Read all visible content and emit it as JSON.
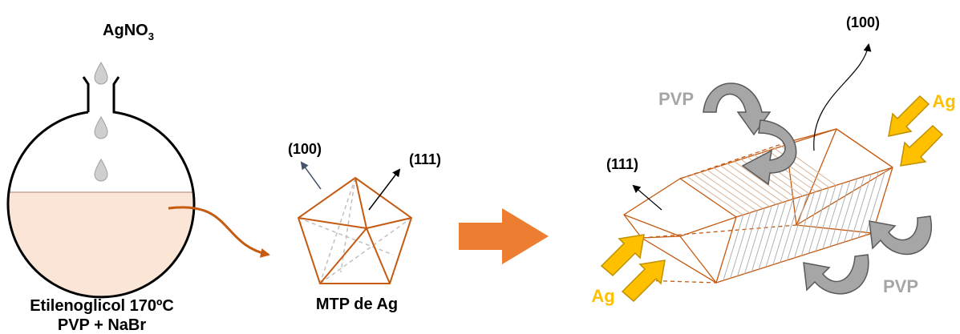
{
  "colors": {
    "orange_line": "#c55a11",
    "orange_arrow": "#ed7d31",
    "gold": "#ffc000",
    "gold_dark": "#bf9000",
    "gray": "#a6a6a6",
    "gray_dark": "#595959",
    "liquid": "#fbe5d6",
    "droplet": "#d0cece",
    "black": "#000000"
  },
  "flask": {
    "reagent_main": "AgNO",
    "reagent_sub": "3",
    "solvent_label": "Etilenoglicol 170ºC",
    "additives_label": "PVP + NaBr"
  },
  "seed": {
    "face_100_label": "(100)",
    "face_111_label": "(111)",
    "caption": "MTP de Ag"
  },
  "nanowire": {
    "face_111_label": "(111)",
    "face_100_label": "(100)",
    "pvp_label_top": "PVP",
    "pvp_label_bottom": "PVP",
    "ag_label_right": "Ag",
    "ag_label_left": "Ag"
  },
  "icons": {
    "process_arrow": "right-arrow-icon",
    "transfer_arrow": "curved-arrow-icon",
    "droplet": "droplet-icon",
    "flux": "block-arrow-icon",
    "adsorption": "curved-block-arrow-icon"
  }
}
